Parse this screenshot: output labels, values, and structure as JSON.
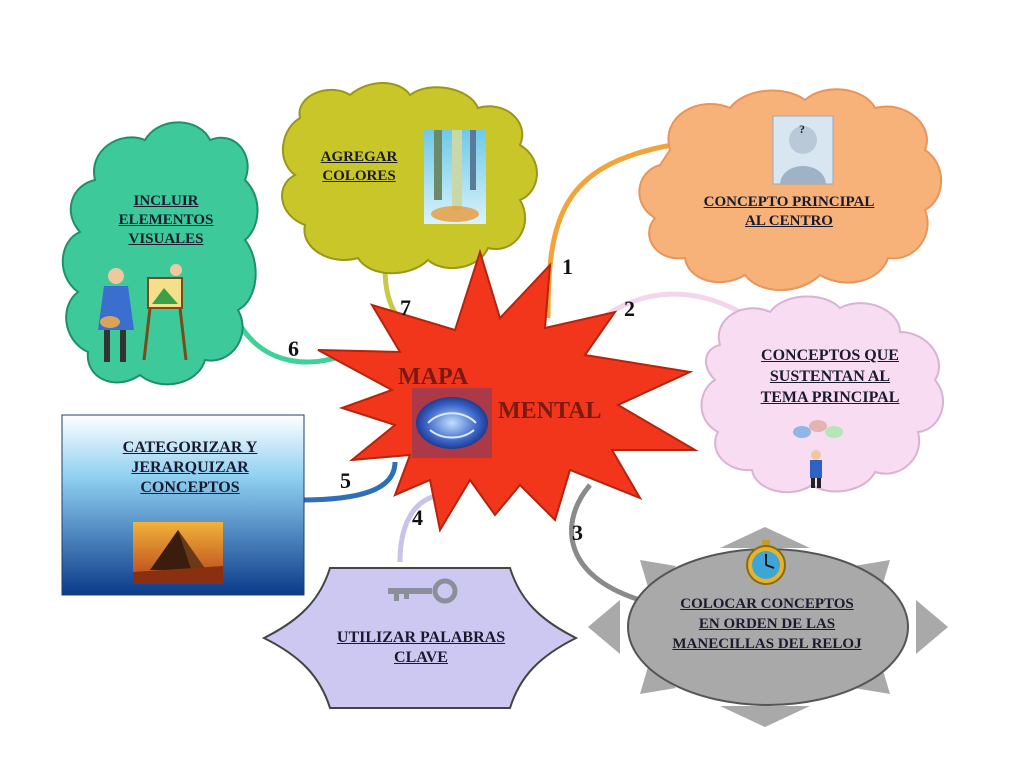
{
  "center": {
    "line1": "MAPA",
    "line2": "MENTAL"
  },
  "nodes": [
    {
      "number": "1",
      "lines": [
        "CONCEPTO PRINCIPAL",
        "AL CENTRO"
      ]
    },
    {
      "number": "2",
      "lines": [
        "CONCEPTOS QUE",
        "SUSTENTAN AL",
        "TEMA PRINCIPAL"
      ]
    },
    {
      "number": "3",
      "lines": [
        "COLOCAR CONCEPTOS",
        "EN ORDEN DE LAS",
        "MANECILLAS DEL RELOJ"
      ]
    },
    {
      "number": "4",
      "lines": [
        "UTILIZAR PALABRAS",
        "CLAVE"
      ]
    },
    {
      "number": "5",
      "lines": [
        "CATEGORIZAR Y",
        "JERARQUIZAR",
        "CONCEPTOS"
      ]
    },
    {
      "number": "6",
      "lines": [
        "INCLUIR",
        "ELEMENTOS",
        "VISUALES"
      ]
    },
    {
      "number": "7",
      "lines": [
        "AGREGAR",
        "COLORES"
      ]
    }
  ],
  "colors": {
    "connector1": "#f2a33a",
    "connector2": "#f3d6ee",
    "connector3": "#8a8a8a",
    "connector4": "#c9c3ea",
    "connector5": "#2e6fb8",
    "connector6": "#3dd29a",
    "connector7": "#c8c84a",
    "star_fill": "#f2361c",
    "cloud1": "#f7b27a",
    "cloud2": "#f7dcf2",
    "clock_shape": "#a9a9a9",
    "key_shape": "#ccc8f2",
    "box_top": "#ffffff",
    "box_bottom": "#0b3a8a",
    "cloud6": "#3ec99a",
    "cloud7": "#c9c62a"
  }
}
